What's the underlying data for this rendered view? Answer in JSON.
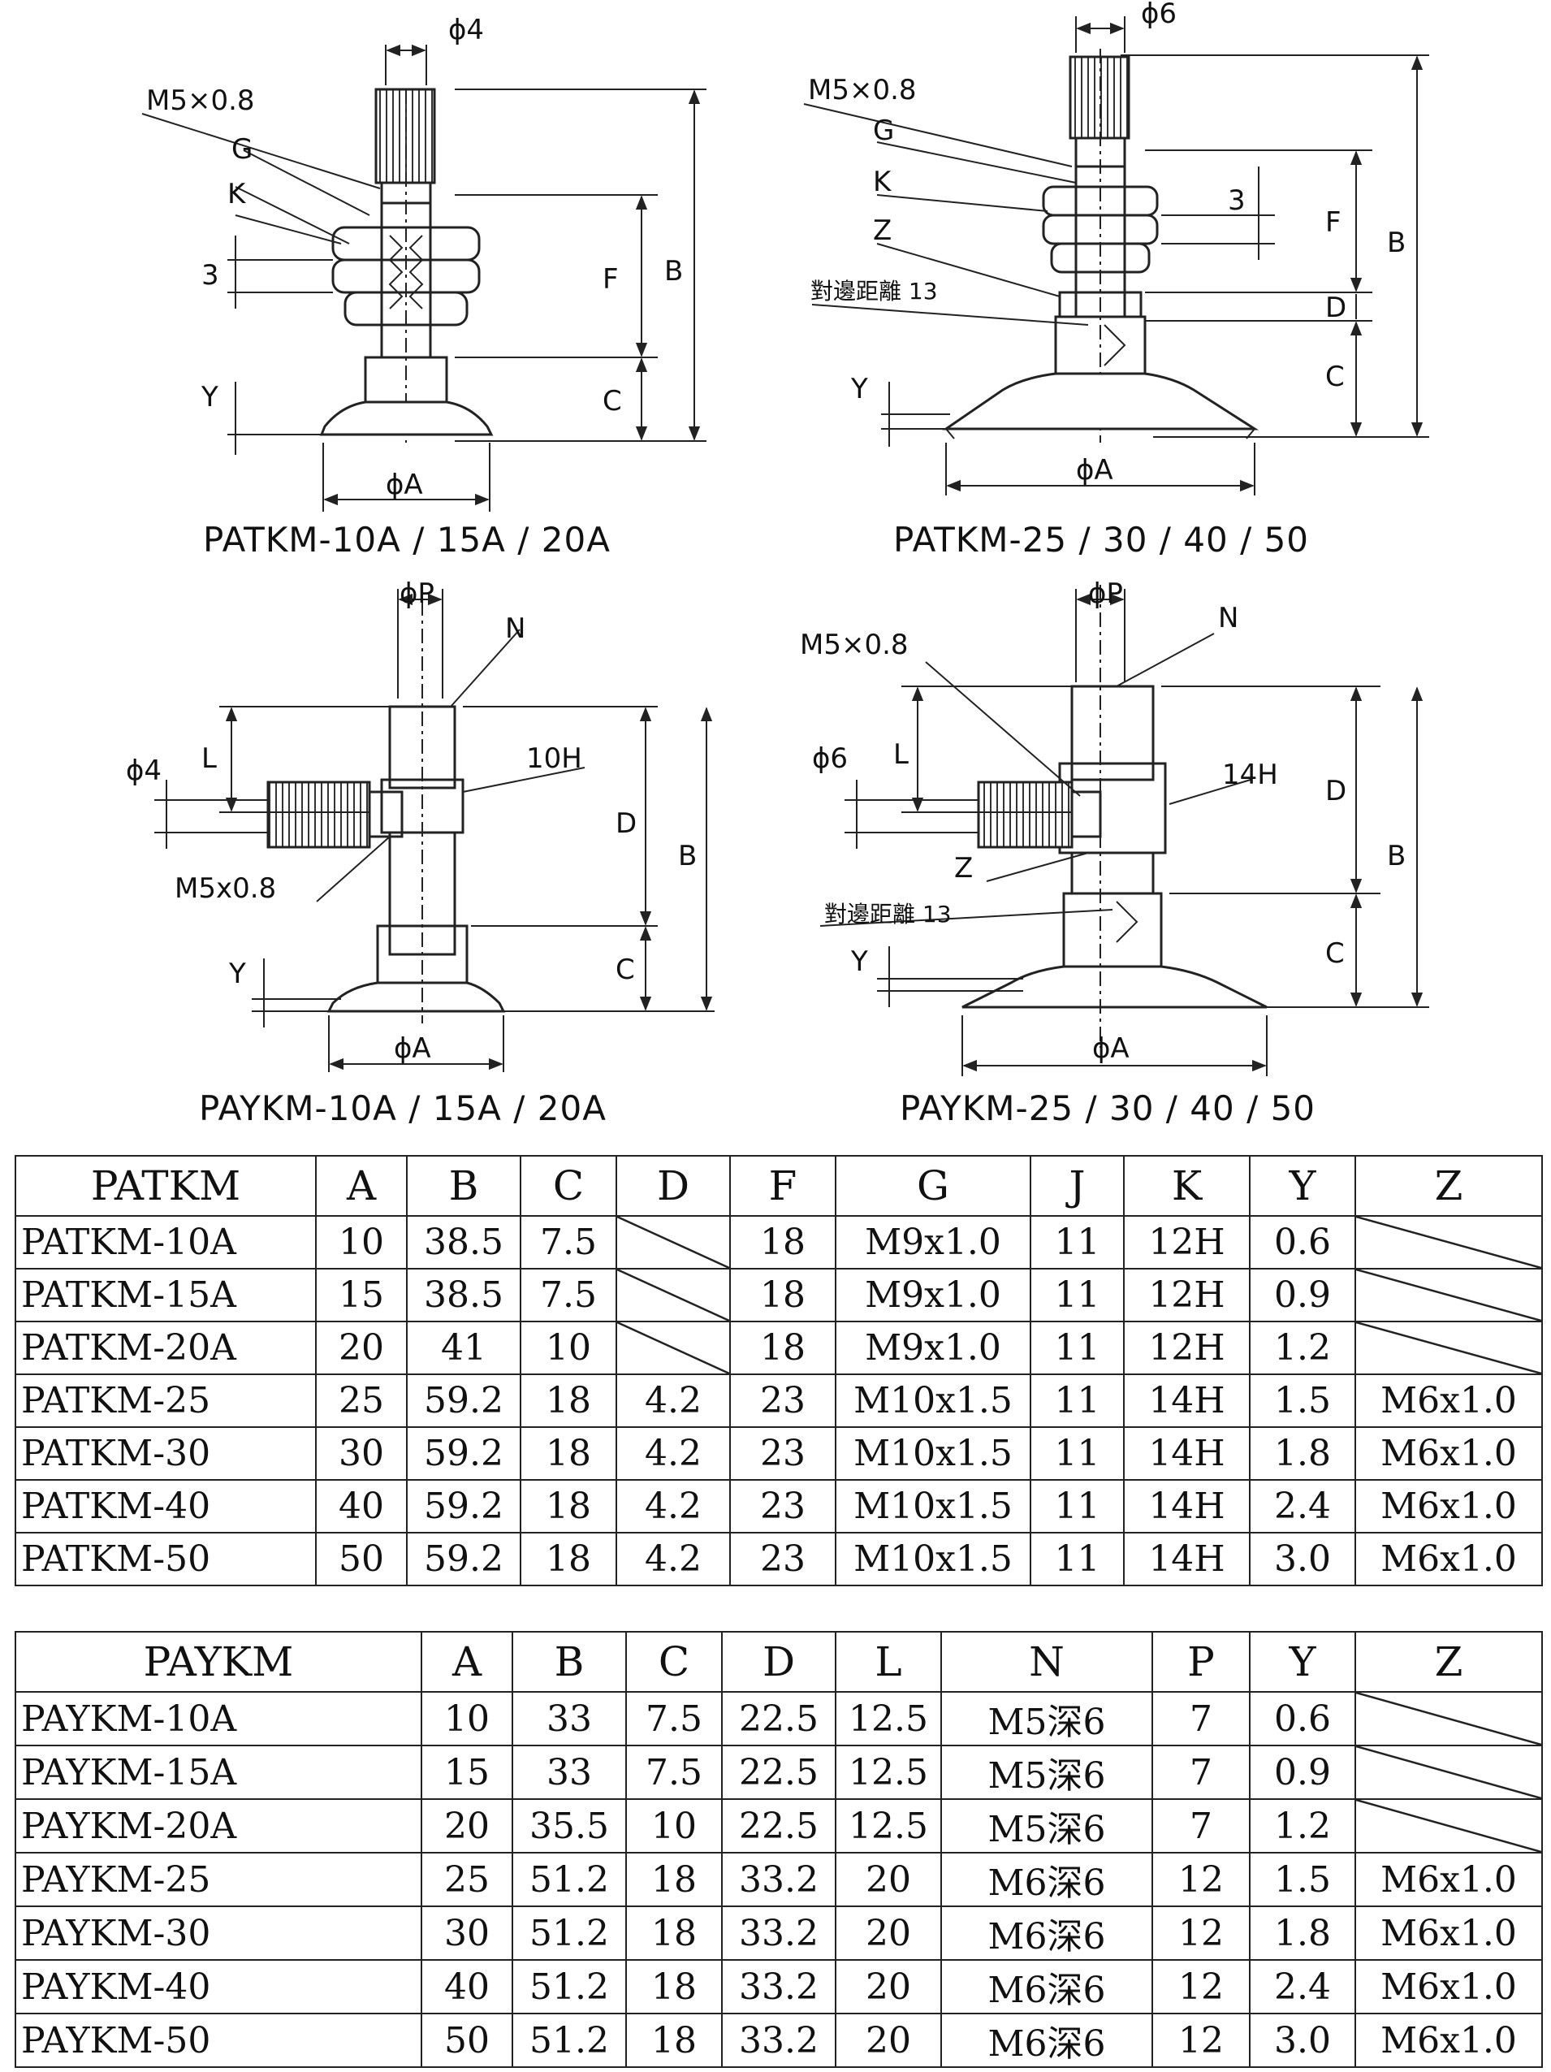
{
  "drawings": {
    "patkm_small": {
      "caption": "PATKM-10A / 15A / 20A",
      "labels": {
        "phi4": "ϕ4",
        "m5": "M5×0.8",
        "g": "G",
        "k": "K",
        "three": "3",
        "y": "Y",
        "f": "F",
        "c": "C",
        "b": "B",
        "phia": "ϕA"
      }
    },
    "patkm_large": {
      "caption": "PATKM-25 / 30 / 40 / 50",
      "labels": {
        "phi6": "ϕ6",
        "m5": "M5×0.8",
        "g": "G",
        "k": "K",
        "z": "Z",
        "hex": "對邊距離 13",
        "three": "3",
        "f": "F",
        "d": "D",
        "c": "C",
        "b": "B",
        "y": "Y",
        "phia": "ϕA"
      }
    },
    "paykm_small": {
      "caption": "PAYKM-10A / 15A / 20A",
      "labels": {
        "phip": "ϕP",
        "n": "N",
        "phi4": "ϕ4",
        "l": "L",
        "h10": "10H",
        "m5": "M5x0.8",
        "d": "D",
        "b": "B",
        "c": "C",
        "y": "Y",
        "phia": "ϕA"
      }
    },
    "paykm_large": {
      "caption": "PAYKM-25 / 30 / 40 / 50",
      "labels": {
        "phip": "ϕP",
        "n": "N",
        "m5": "M5×0.8",
        "phi6": "ϕ6",
        "l": "L",
        "h14": "14H",
        "z": "Z",
        "hex": "對邊距離 13",
        "d": "D",
        "b": "B",
        "c": "C",
        "y": "Y",
        "phia": "ϕA"
      }
    }
  },
  "tables": {
    "patkm": {
      "headers": [
        "PATKM",
        "A",
        "B",
        "C",
        "D",
        "F",
        "G",
        "J",
        "K",
        "Y",
        "Z"
      ],
      "rows": [
        [
          "PATKM-10A",
          "10",
          "38.5",
          "7.5",
          "",
          "18",
          "M9x1.0",
          "11",
          "12H",
          "0.6",
          ""
        ],
        [
          "PATKM-15A",
          "15",
          "38.5",
          "7.5",
          "",
          "18",
          "M9x1.0",
          "11",
          "12H",
          "0.9",
          ""
        ],
        [
          "PATKM-20A",
          "20",
          "41",
          "10",
          "",
          "18",
          "M9x1.0",
          "11",
          "12H",
          "1.2",
          ""
        ],
        [
          "PATKM-25",
          "25",
          "59.2",
          "18",
          "4.2",
          "23",
          "M10x1.5",
          "11",
          "14H",
          "1.5",
          "M6x1.0"
        ],
        [
          "PATKM-30",
          "30",
          "59.2",
          "18",
          "4.2",
          "23",
          "M10x1.5",
          "11",
          "14H",
          "1.8",
          "M6x1.0"
        ],
        [
          "PATKM-40",
          "40",
          "59.2",
          "18",
          "4.2",
          "23",
          "M10x1.5",
          "11",
          "14H",
          "2.4",
          "M6x1.0"
        ],
        [
          "PATKM-50",
          "50",
          "59.2",
          "18",
          "4.2",
          "23",
          "M10x1.5",
          "11",
          "14H",
          "3.0",
          "M6x1.0"
        ]
      ]
    },
    "paykm": {
      "headers": [
        "PAYKM",
        "A",
        "B",
        "C",
        "D",
        "L",
        "N",
        "P",
        "Y",
        "Z"
      ],
      "rows": [
        [
          "PAYKM-10A",
          "10",
          "33",
          "7.5",
          "22.5",
          "12.5",
          "M5深6",
          "7",
          "0.6",
          ""
        ],
        [
          "PAYKM-15A",
          "15",
          "33",
          "7.5",
          "22.5",
          "12.5",
          "M5深6",
          "7",
          "0.9",
          ""
        ],
        [
          "PAYKM-20A",
          "20",
          "35.5",
          "10",
          "22.5",
          "12.5",
          "M5深6",
          "7",
          "1.2",
          ""
        ],
        [
          "PAYKM-25",
          "25",
          "51.2",
          "18",
          "33.2",
          "20",
          "M6深6",
          "12",
          "1.5",
          "M6x1.0"
        ],
        [
          "PAYKM-30",
          "30",
          "51.2",
          "18",
          "33.2",
          "20",
          "M6深6",
          "12",
          "1.8",
          "M6x1.0"
        ],
        [
          "PAYKM-40",
          "40",
          "51.2",
          "18",
          "33.2",
          "20",
          "M6深6",
          "12",
          "2.4",
          "M6x1.0"
        ],
        [
          "PAYKM-50",
          "50",
          "51.2",
          "18",
          "33.2",
          "20",
          "M6深6",
          "12",
          "3.0",
          "M6x1.0"
        ]
      ]
    }
  }
}
